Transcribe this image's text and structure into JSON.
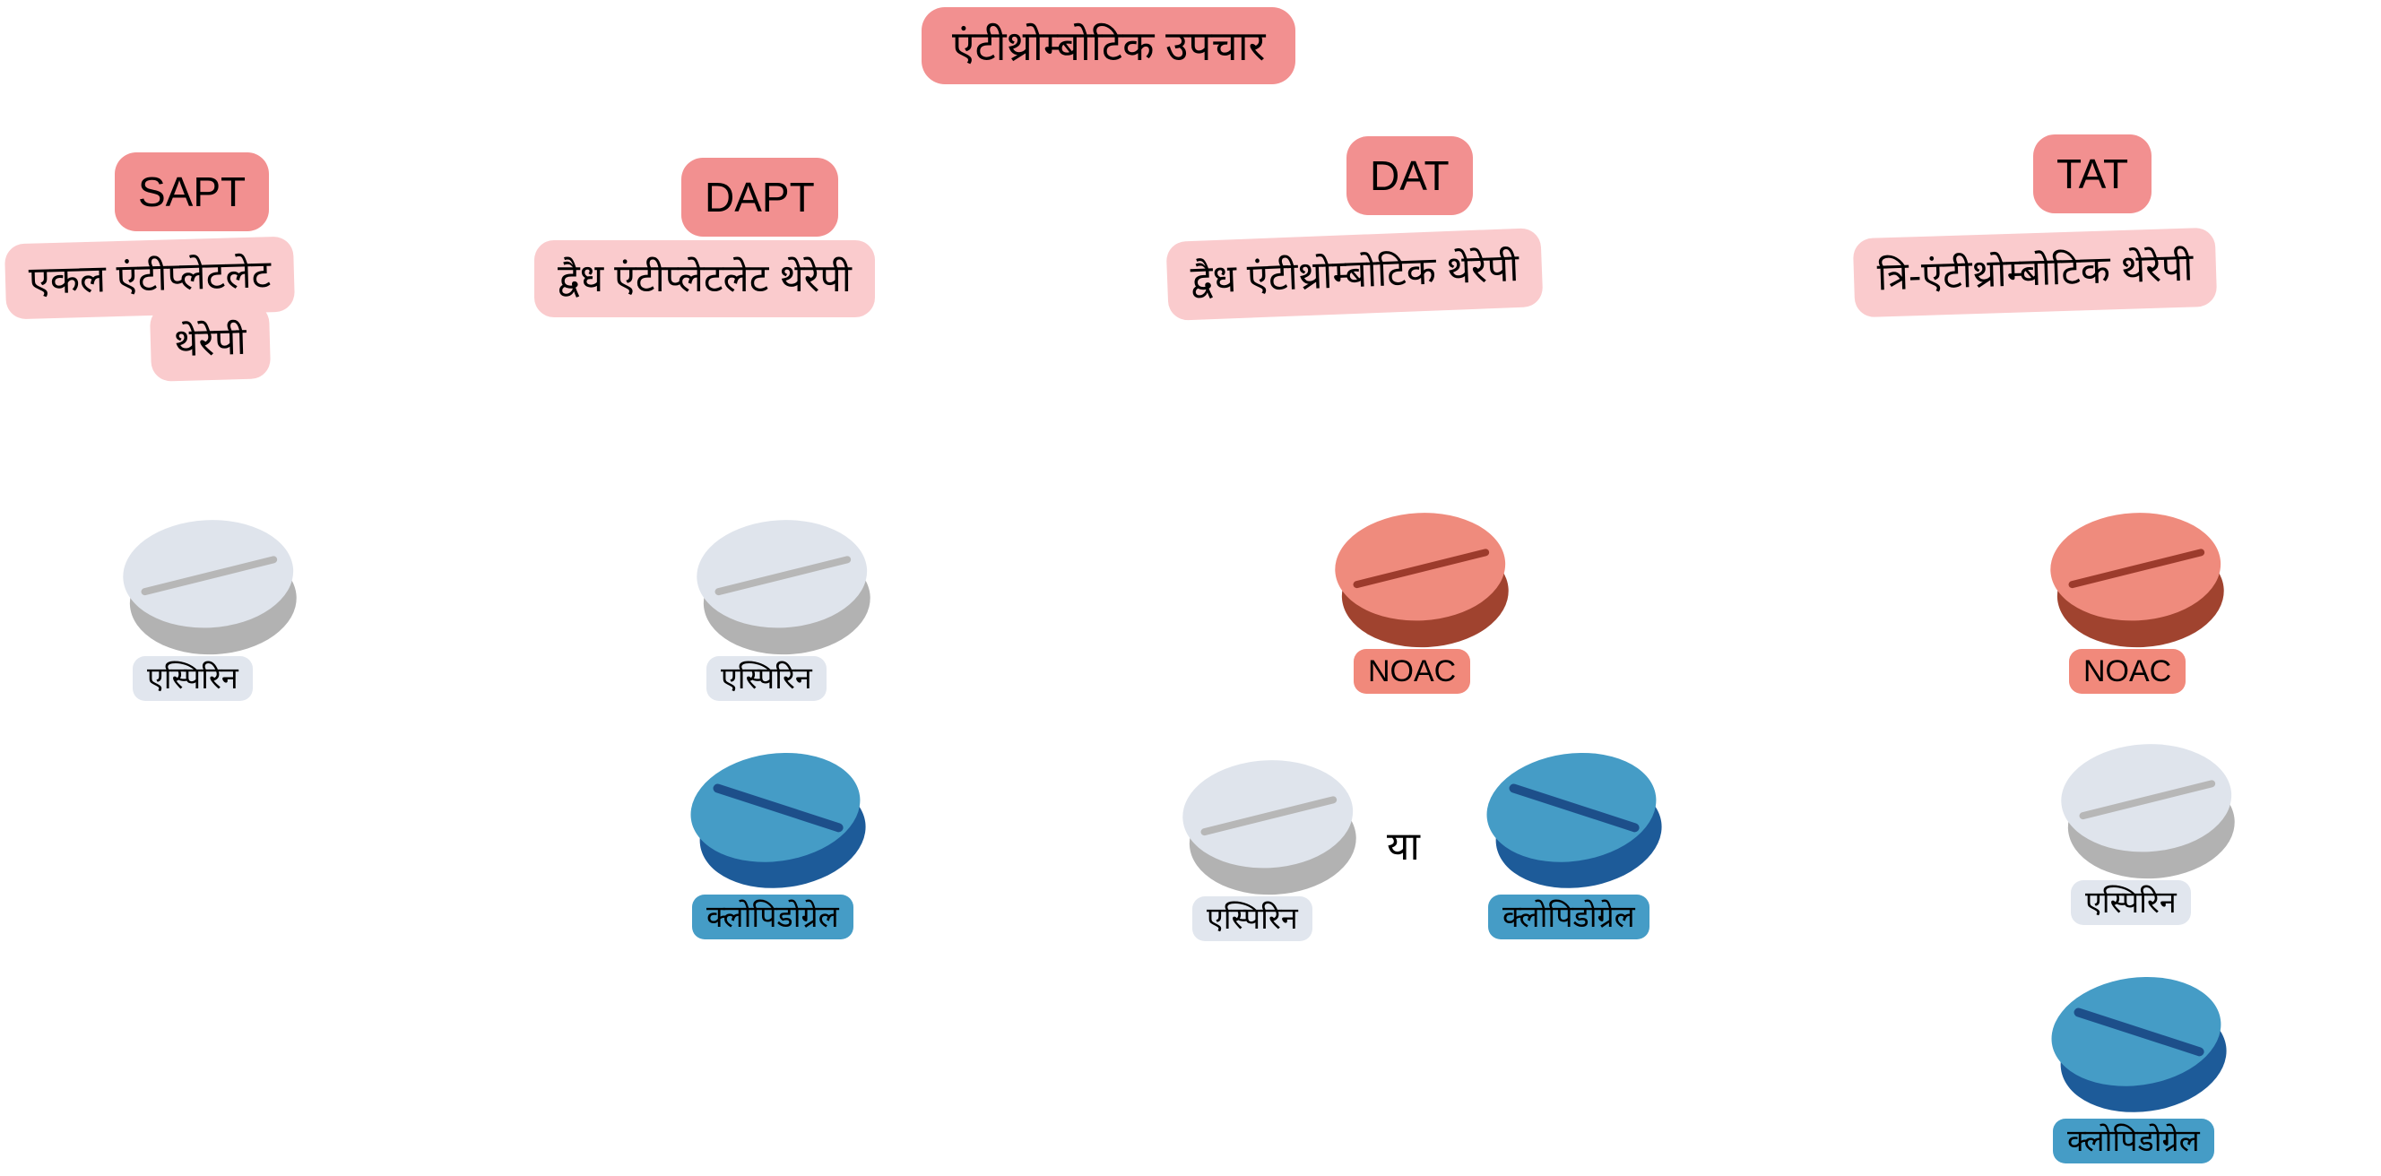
{
  "title": {
    "label": "एंटीथ्रोम्बोटिक उपचार"
  },
  "colors": {
    "title_badge": "#f29090",
    "acronym_badge": "#f29090",
    "subtitle_badge": "#facbcd",
    "aspirin_top": "#dfe4ec",
    "aspirin_side": "#b2b2b2",
    "aspirin_label_bg": "#e1e6ee",
    "clopidogrel_top": "#459cc6",
    "clopidogrel_side": "#1d5b99",
    "clopidogrel_label_bg": "#459cc6",
    "noac_top": "#ef8b7d",
    "noac_side": "#a0432f",
    "noac_label_bg": "#f1897b",
    "background": "#ffffff"
  },
  "or_label": "या",
  "columns": [
    {
      "acronym": "SAPT",
      "subtitle_line1": "एकल एंटीप्लेटलेट",
      "subtitle_line2": "थेरेपी",
      "drugs": [
        {
          "name": "एस्पिरिन",
          "kind": "aspirin"
        }
      ]
    },
    {
      "acronym": "DAPT",
      "subtitle_line1": "द्वैध एंटीप्लेटलेट थेरेपी",
      "subtitle_line2": "",
      "drugs": [
        {
          "name": "एस्पिरिन",
          "kind": "aspirin"
        },
        {
          "name": "क्लोपिडोग्रेल",
          "kind": "clopidogrel"
        }
      ]
    },
    {
      "acronym": "DAT",
      "subtitle_line1": "द्वैध एंटीथ्रोम्बोटिक थेरेपी",
      "subtitle_line2": "",
      "drugs": [
        {
          "name": "NOAC",
          "kind": "noac"
        },
        {
          "name": "एस्पिरिन",
          "kind": "aspirin"
        },
        {
          "name": "क्लोपिडोग्रेल",
          "kind": "clopidogrel"
        }
      ]
    },
    {
      "acronym": "TAT",
      "subtitle_line1": "त्रि-एंटीथ्रोम्बोटिक थेरेपी",
      "subtitle_line2": "",
      "drugs": [
        {
          "name": "NOAC",
          "kind": "noac"
        },
        {
          "name": "एस्पिरिन",
          "kind": "aspirin"
        },
        {
          "name": "क्लोपिडोग्रेल",
          "kind": "clopidogrel"
        }
      ]
    }
  ]
}
